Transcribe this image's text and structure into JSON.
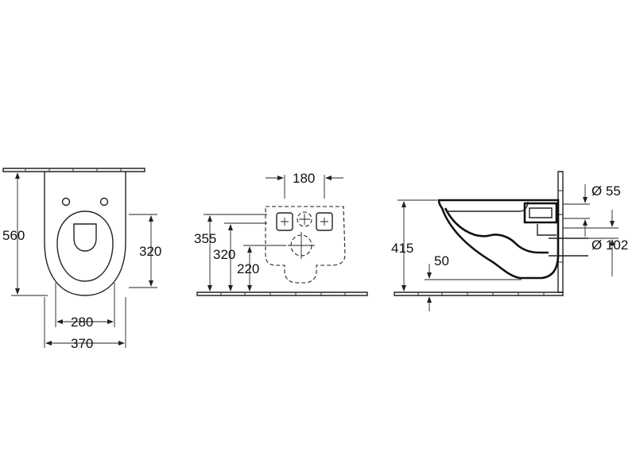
{
  "top_view": {
    "overall_length": "560",
    "mount_height": "320",
    "inner_width": "280",
    "overall_width": "370"
  },
  "front_view": {
    "bolt_spacing": "180",
    "height_355": "355",
    "height_320": "320",
    "height_220": "220"
  },
  "side_view": {
    "rim_height": "415",
    "depth_50": "50",
    "inlet_diameter": "Ø 55",
    "outlet_diameter": "Ø 102"
  }
}
